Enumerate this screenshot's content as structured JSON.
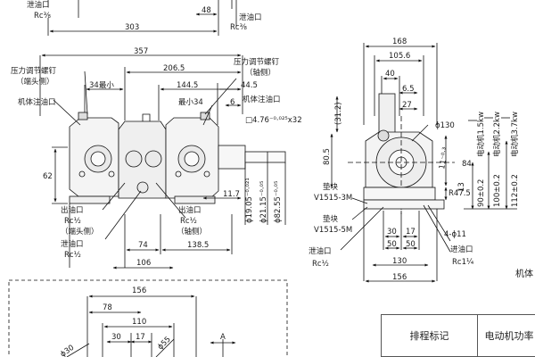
{
  "left_view": {
    "top_callouts": [
      "泄油口",
      "Rc⅜",
      "泄油口",
      "Rc⅜"
    ],
    "dims": {
      "d303": "303",
      "d48": "48",
      "d357": "357",
      "d206_5": "206.5",
      "d144_5": "144.5",
      "d44_5": "44.5",
      "d34": "34最小",
      "d34b": "最小34",
      "d6": "6",
      "key": "□4.76⁻⁰·⁰²⁵x32",
      "d62": "62",
      "d11_7": "11.7",
      "phi19": "ϕ19.05⁻⁰·⁰²¹",
      "phi21": "ϕ21.15⁻⁰·⁰⁵",
      "phi82": "ϕ82.55⁻⁰·⁰⁵",
      "d74": "74",
      "d138_5": "138.5",
      "d106": "106"
    },
    "labels": {
      "pressure_screw_end": "压力调节螺钉",
      "end_side": "（端头侧）",
      "pressure_screw_shaft": "压力调节螺钉",
      "shaft_side": "（轴侧）",
      "fill_port_left": "机体注油口",
      "fill_port_right": "机体注油口",
      "outlet_end": "出油口",
      "outlet_end_rc": "Rc½",
      "outlet_end_side": "（端头侧）",
      "drain_bottom": "泄油口",
      "drain_bottom_rc": "Rc½",
      "outlet_shaft": "出油口",
      "outlet_shaft_rc": "Rc½",
      "outlet_shaft_side": "（轴侧）"
    }
  },
  "right_view": {
    "dims": {
      "d168": "168",
      "d105_6": "105.6",
      "d40": "40",
      "d6_5": "6.5",
      "d27": "27",
      "d31_2": "(31.2)",
      "phi130": "ϕ130",
      "d80_5": "80.5",
      "d11": "11⁻⁰·³",
      "d84": "84",
      "r47_5": "R47.5",
      "d13": "13",
      "d90": "90±0.2",
      "d100": "100±0.2",
      "d112": "112±0.2",
      "d30": "30",
      "d17": "17",
      "d50a": "50",
      "d50b": "50",
      "holes": "4-ϕ11",
      "d130": "130",
      "d156": "156"
    },
    "motor_labels": [
      "电动机1.5kw",
      "电动机2.2kw",
      "电动机3.7kw"
    ],
    "labels": {
      "pad1": "垫块",
      "pad1_model": "V1515-3M",
      "pad2": "垫块",
      "pad2_model": "V1515-5M",
      "drain": "泄油口",
      "drain_rc": "Rc½",
      "inlet": "进油口",
      "inlet_rc": "Rc1¼",
      "edge_text": "机体"
    }
  },
  "bottom_view": {
    "dims": {
      "d156": "156",
      "d78": "78",
      "d110": "110",
      "d30": "30",
      "d17": "17",
      "phi30": "ϕ30",
      "phi55": "ϕ55",
      "label_a": "A"
    }
  },
  "table": {
    "col1": "排程标记",
    "col2": "电动机功率"
  }
}
